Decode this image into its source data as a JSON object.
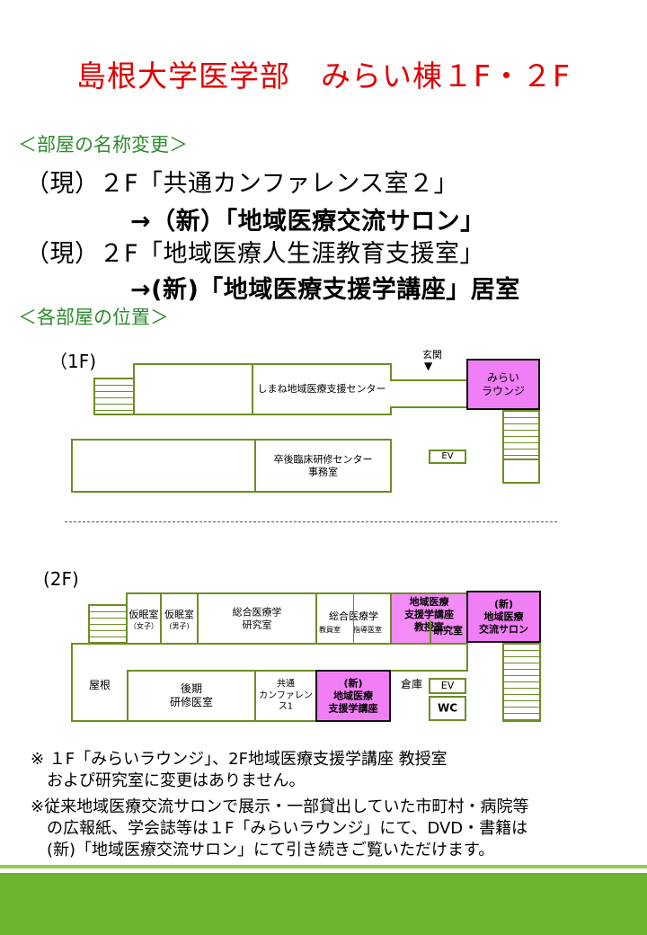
{
  "title": "島根大学医学部　みらい棟１F・２F",
  "section1": {
    "heading": "＜部屋の名称変更＞",
    "lines": [
      "（現）２F「共通カンファレンス室２」",
      "→（新）「地域医療交流サロン」",
      "（現）２F「地域医療人生涯教育支援室」",
      "→(新)「地域医療支援学講座」居室"
    ]
  },
  "section2": {
    "heading": "＜各部屋の位置＞"
  },
  "floor1": {
    "label": "（1F)",
    "entrance": "玄関",
    "entrance_arrow": "▼",
    "rooms": {
      "support_center": "しまね地域医療支援センター",
      "lounge": "みらい\nラウンジ",
      "training_center": "卒後臨床研修センター\n事務室",
      "ev": "EV"
    }
  },
  "floor2": {
    "label": "(2F)",
    "rooms": {
      "nap_female": "仮眠室",
      "nap_female_sub": "（女子）",
      "nap_male": "仮眠室",
      "nap_male_sub": "(男子)",
      "general_med_lab": "総合医療学\n研究室",
      "general_med_a": "総合医療学",
      "general_med_a_sub1": "教員室",
      "general_med_a_sub2": "指導医室",
      "regional_prof": "地域医療\n支援学講座\n教授室",
      "regional_lab": "研究室",
      "salon": "(新)\n地域医療\n交流サロン",
      "roof": "屋根",
      "postgrad": "後期\n研修医室",
      "conference": "共通\nカンファレンス1",
      "new_dept": "(新)\n地域医療\n支援学講座",
      "storage": "倉庫",
      "ev": "EV",
      "wc": "WC"
    }
  },
  "notes": [
    "※ １F「みらいラウンジ」、2F地域医療支援学講座 教授室",
    "　およぴ研究室に変更はありません。",
    "※従来地域医療交流サロンで展示・一部貸出していた市町村・病院等",
    "　の広報紙、学会誌等は１F「みらいラウンジ」にて、DVD・書籍は",
    "　(新)「地域医療交流サロン」にて引き続きご覧いただけます。"
  ],
  "colors": {
    "title": "#e00000",
    "heading": "#2e8b2e",
    "wall": "#6b8e23",
    "highlight": "#f07ef5",
    "footer": "#6ab42e"
  }
}
